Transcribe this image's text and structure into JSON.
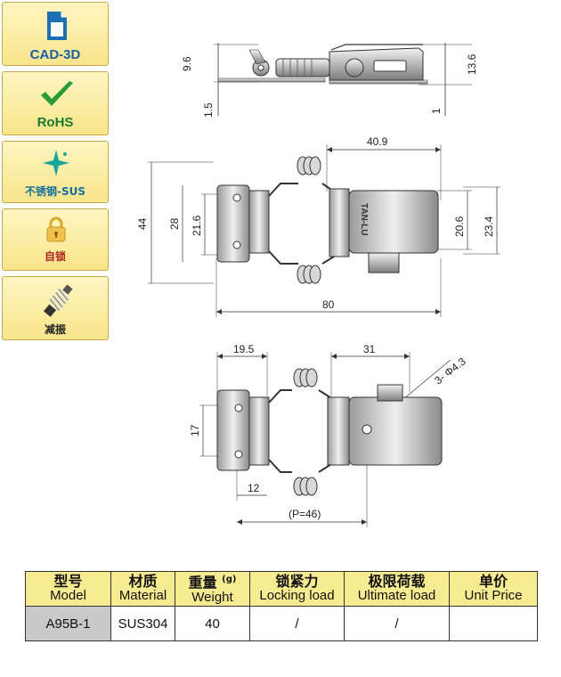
{
  "sidebar": {
    "items": [
      {
        "label": "CAD-3D",
        "icon": "document-icon"
      },
      {
        "label": "RoHS",
        "icon": "checkmark-icon"
      },
      {
        "label": "不锈钢-SUS",
        "icon": "sparkle-icon"
      },
      {
        "label": "自锁",
        "icon": "padlock-icon"
      },
      {
        "label": "减振",
        "icon": "spring-icon"
      }
    ]
  },
  "drawing": {
    "side_view": {
      "dim_left_top": "9.6",
      "dim_left_bottom": "1.5",
      "dim_right_top": "13.6",
      "dim_right_bottom": "1"
    },
    "top_view": {
      "dim_width_catch": "40.9",
      "dim_height_total": "44",
      "dim_height_plate": "28",
      "dim_height_plate_inner": "21.6",
      "dim_right_inner": "20.6",
      "dim_right_outer": "23.4",
      "dim_length": "80",
      "brand_text": "TAN-LU"
    },
    "bottom_view": {
      "dim_plate_width": "19.5",
      "dim_catch_width": "31",
      "dim_hole_spacing": "17",
      "dim_offset": "12",
      "dim_pitch": "(P=46)",
      "dim_hole": "3- Φ4.3"
    }
  },
  "table": {
    "headers": [
      {
        "zh": "型号",
        "en": "Model"
      },
      {
        "zh": "材质",
        "en": "Material"
      },
      {
        "zh": "重量",
        "en": "Weight",
        "unit": "(g)"
      },
      {
        "zh": "锁紧力",
        "en": "Locking load"
      },
      {
        "zh": "极限荷载",
        "en": "Ultimate load"
      },
      {
        "zh": "单价",
        "en": "Unit Price"
      }
    ],
    "row": {
      "model": "A95B-1",
      "material": "SUS304",
      "weight": "40",
      "locking_load": "/",
      "ultimate_load": "/",
      "unit_price": ""
    }
  }
}
